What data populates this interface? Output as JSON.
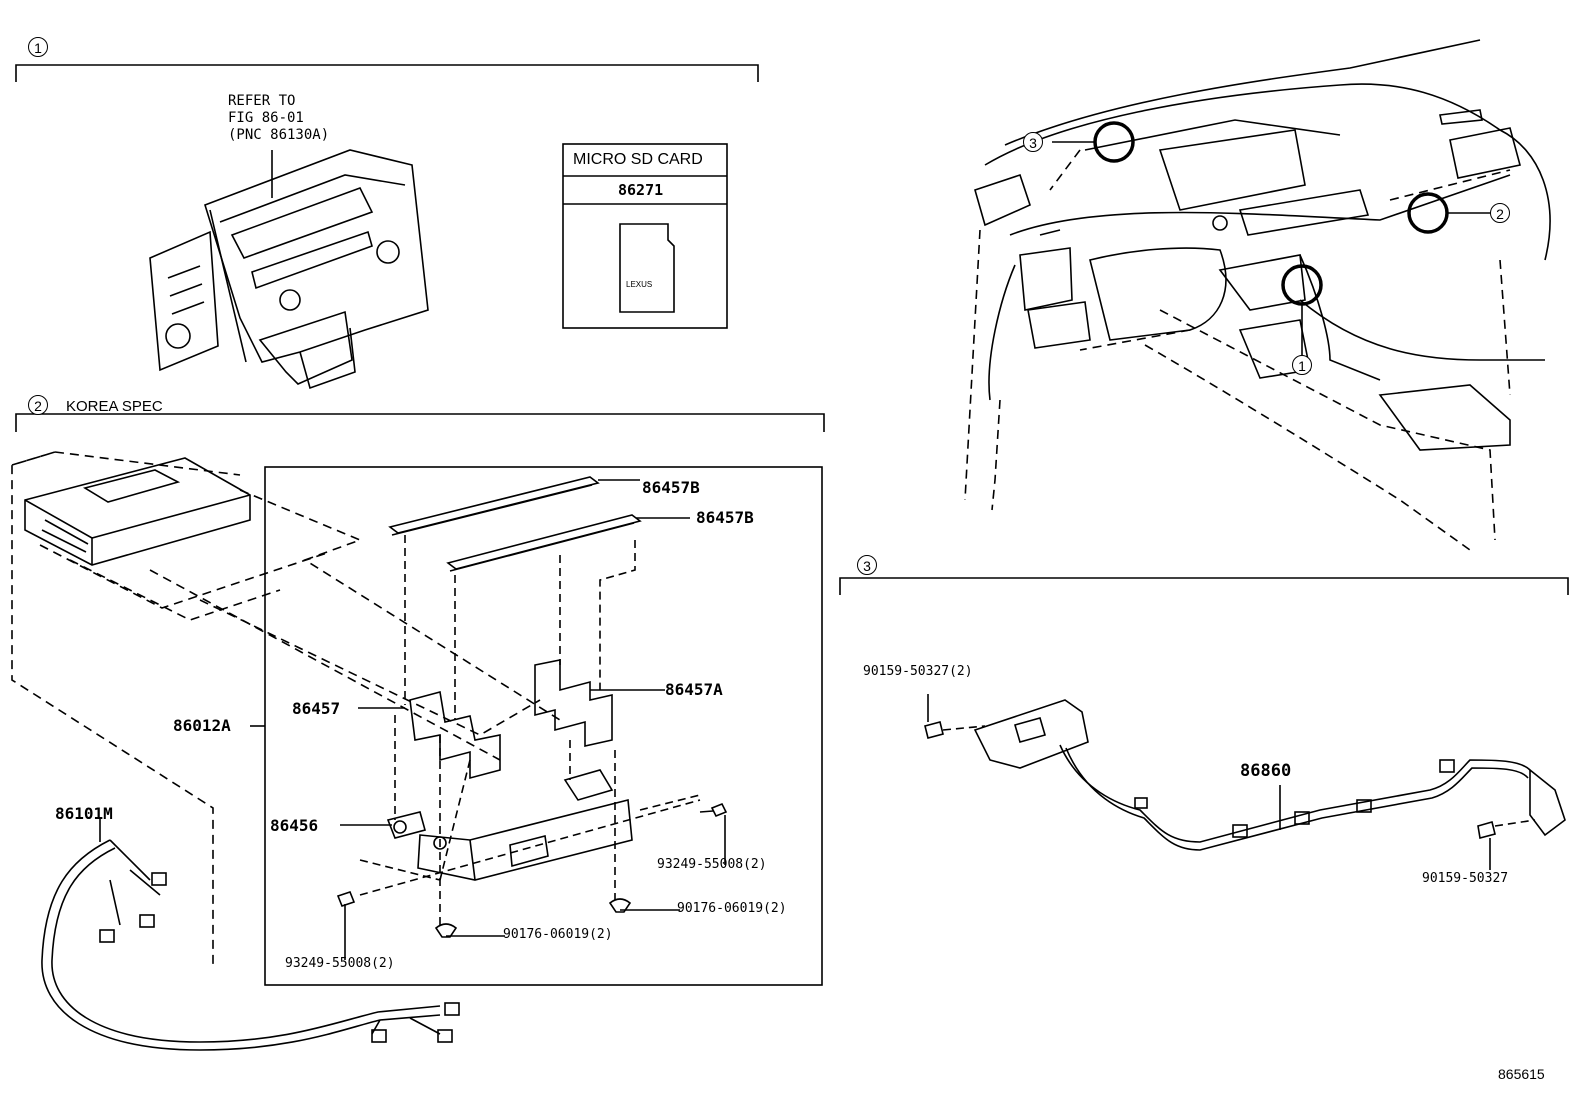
{
  "sections": [
    {
      "marker": "1",
      "note": ""
    },
    {
      "marker": "2",
      "note": "KOREA SPEC"
    },
    {
      "marker": "3",
      "note": ""
    }
  ],
  "section1": {
    "refer_note": "REFER TO\nFIG 86-01\n(PNC 86130A)",
    "sd_card_title": "MICRO SD CARD",
    "sd_card_part": "86271",
    "sd_card_brand": "LEXUS"
  },
  "section2": {
    "parts": {
      "rail_a": "86457B",
      "rail_b": "86457B",
      "bracket_right": "86457A",
      "bracket_left": "86457",
      "assembly": "86012A",
      "harness": "86101M",
      "bracket_base": "86456",
      "screw_right": "93249-55008(2)",
      "nut_right": "90176-06019(2)",
      "nut_bottom": "90176-06019(2)",
      "screw_bottom": "93249-55008(2)"
    }
  },
  "section3": {
    "parts": {
      "bolt_left": "90159-50327(2)",
      "cable": "86860",
      "bolt_right": "90159-50327"
    }
  },
  "overview_markers": [
    "3",
    "2",
    "1"
  ],
  "figure_id": "865615"
}
